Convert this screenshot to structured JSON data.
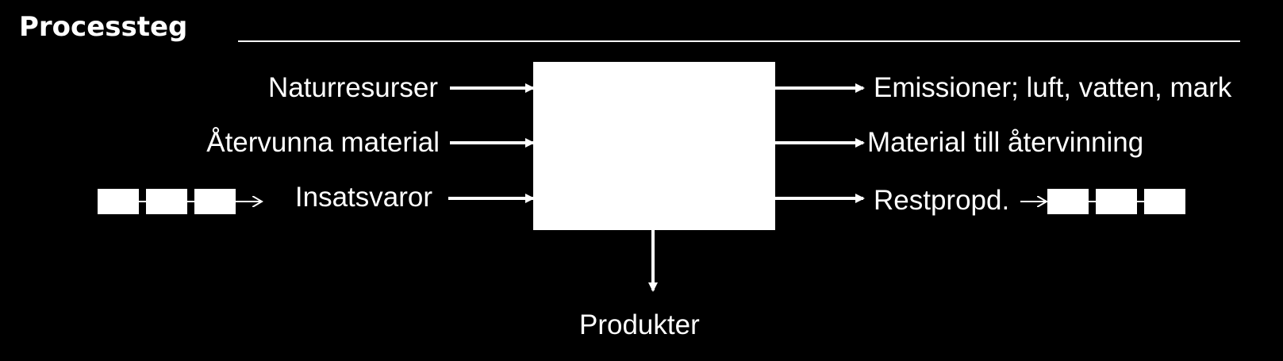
{
  "title": "Processteg",
  "inputs": [
    "Naturresurser",
    "Återvunna material",
    "Insatsvaror"
  ],
  "outputs": [
    "Emissioner; luft, vatten, mark",
    "Material till återvinning",
    "Restpropd."
  ],
  "product": "Produkter",
  "colors": {
    "background": "#000000",
    "foreground": "#ffffff"
  }
}
